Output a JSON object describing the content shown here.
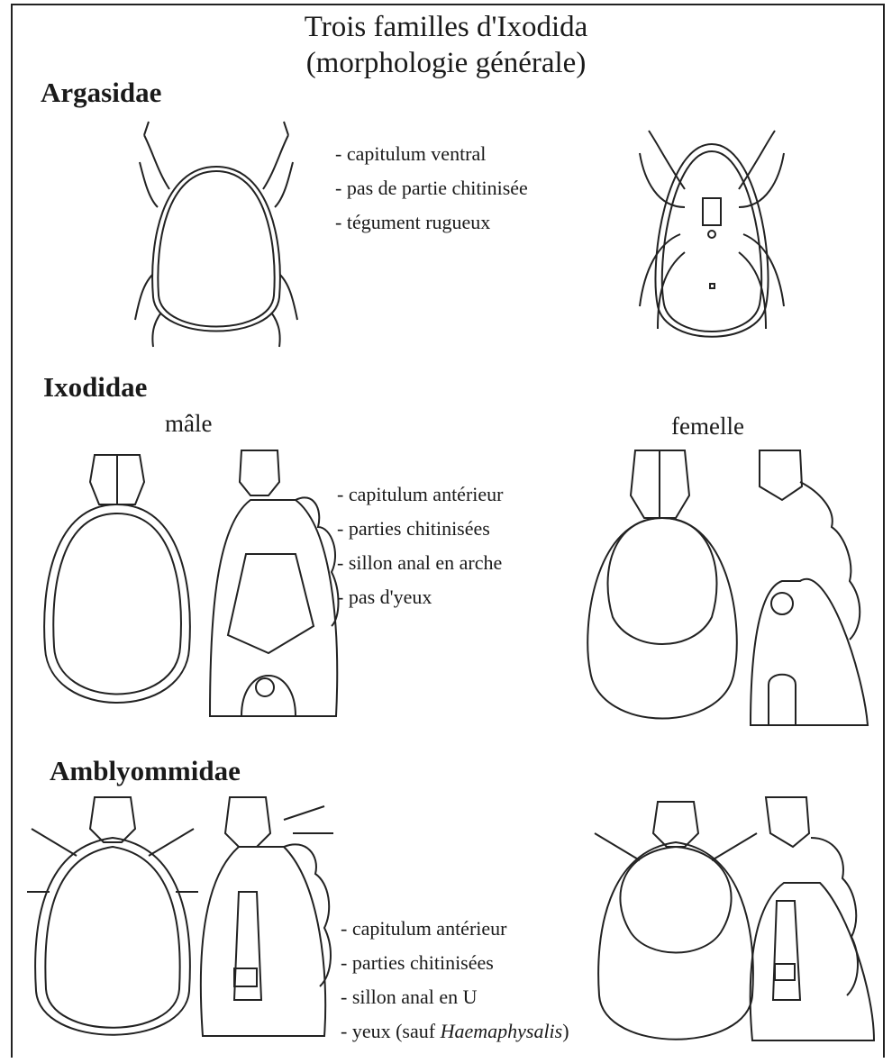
{
  "title": {
    "line1": "Trois familles d'Ixodida",
    "line2": "(morphologie générale)"
  },
  "argasidae": {
    "heading": "Argasidae",
    "notes": [
      "- capitulum ventral",
      "- pas de partie chitinisée",
      "- tégument rugueux"
    ]
  },
  "ixodidae": {
    "heading": "Ixodidae",
    "male_label": "mâle",
    "female_label": "femelle",
    "notes": [
      "- capitulum antérieur",
      "- parties chitinisées",
      "- sillon anal en arche",
      "- pas d'yeux"
    ]
  },
  "amblyommidae": {
    "heading": "Amblyommidae",
    "notes": [
      "- capitulum antérieur",
      "- parties chitinisées",
      "- sillon anal en U"
    ],
    "last_note_prefix": "- yeux (sauf ",
    "last_note_italic": "Haemaphysalis",
    "last_note_suffix": ")"
  }
}
